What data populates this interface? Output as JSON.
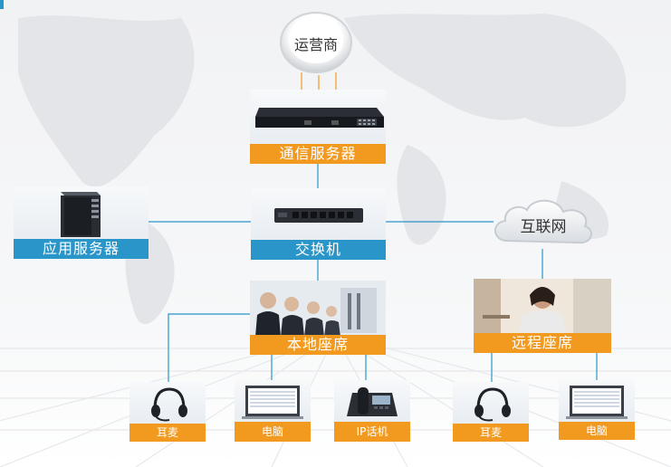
{
  "nodes": {
    "carrier": "运营商",
    "comm_server": "通信服务器",
    "app_server": "应用服务器",
    "switch": "交换机",
    "internet": "互联网",
    "local_seat": "本地座席",
    "remote_seat": "远程座席"
  },
  "devices": {
    "local_headset": "耳麦",
    "local_pc": "电脑",
    "ip_phone": "IP话机",
    "remote_headset": "耳麦",
    "remote_pc": "电脑"
  },
  "colors": {
    "orange": "#f29a1f",
    "blue": "#2a95c8",
    "line": "#2a95c8"
  },
  "icons": {
    "carrier": "circle-badge",
    "comm_server": "rack-server-icon",
    "app_server": "tower-server-icon",
    "switch": "network-switch-icon",
    "internet": "cloud-icon",
    "headset": "headset-icon",
    "pc": "laptop-icon",
    "ip_phone": "desk-phone-icon"
  }
}
